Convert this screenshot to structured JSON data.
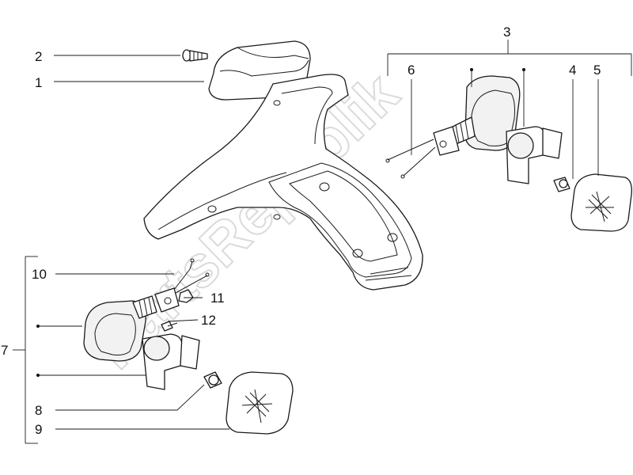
{
  "watermark": {
    "text": "PartsRepublik"
  },
  "callouts": {
    "c1": "1",
    "c2": "2",
    "c3": "3",
    "c4": "4",
    "c5": "5",
    "c6": "6",
    "c7": "7",
    "c8": "8",
    "c9": "9",
    "c10": "10",
    "c11": "11",
    "c12": "12"
  }
}
